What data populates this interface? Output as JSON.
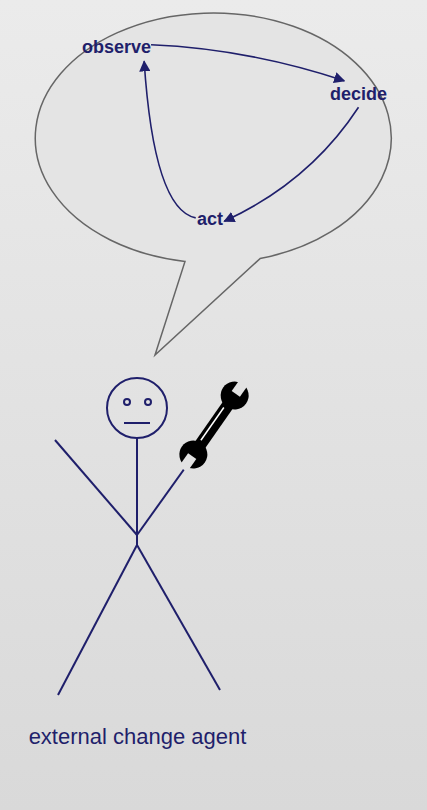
{
  "diagram": {
    "nodes": [
      {
        "text": [
          "observe"
        ]
      },
      {
        "text": [
          "decide"
        ]
      },
      {
        "text": [
          "act"
        ]
      }
    ],
    "edges": [
      {
        "from": 0,
        "to": 1,
        "arrow": "to"
      },
      {
        "from": 1,
        "to": 2,
        "arrow": "to"
      },
      {
        "from": 2,
        "to": 0,
        "arrow": "to"
      }
    ],
    "labels": [
      "external change agent"
    ]
  }
}
